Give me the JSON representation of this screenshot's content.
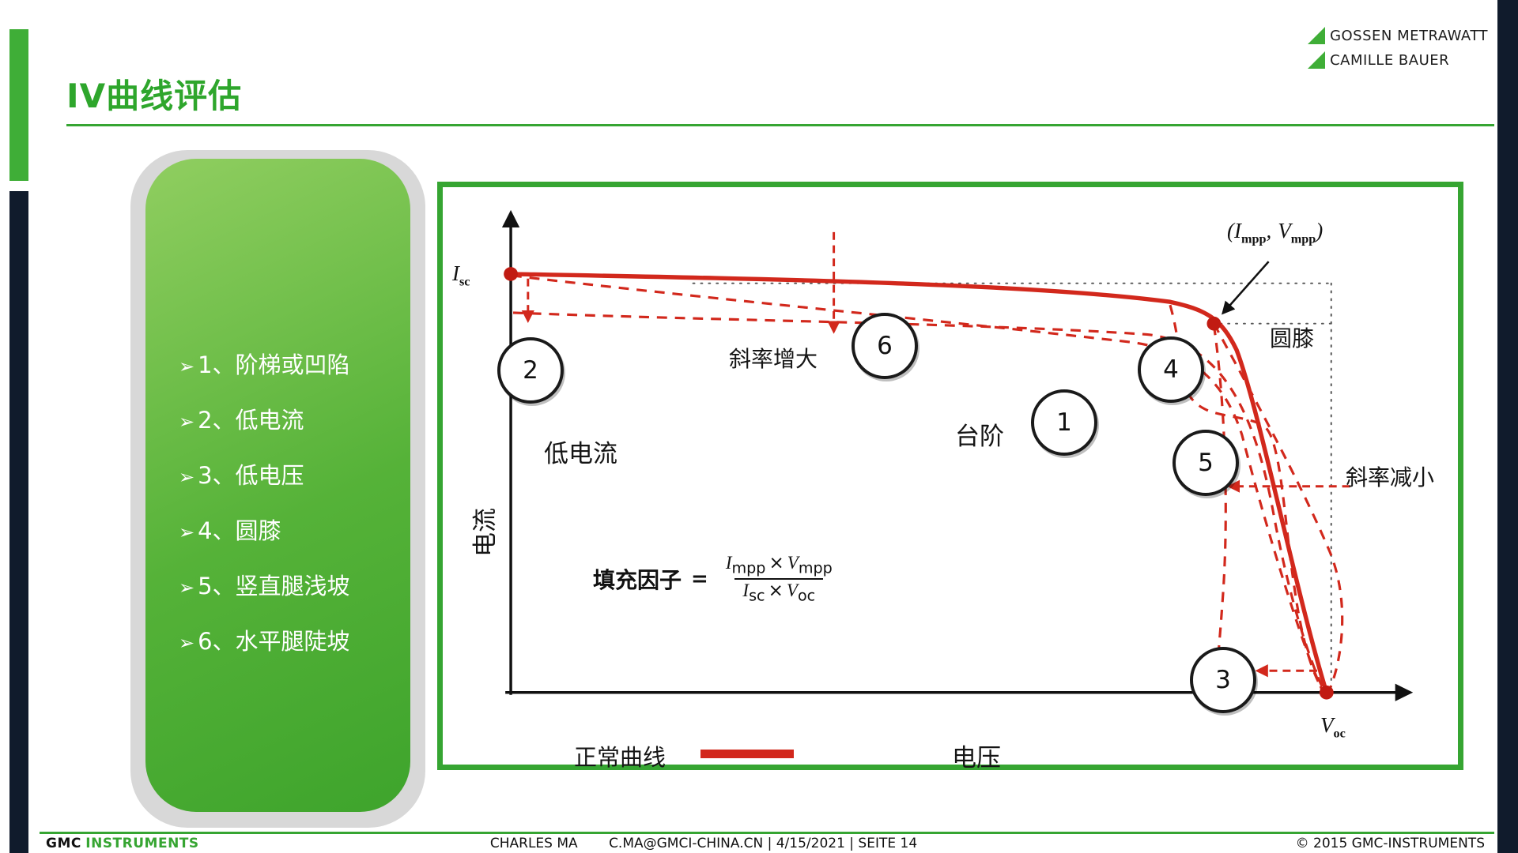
{
  "colors": {
    "green": "#36A532",
    "bar_green": "#3FAE37",
    "navy": "#101B2C",
    "red": "#D2281C"
  },
  "icons": {
    "brand-triangle-icon": "css-right-triangle",
    "arrow-bullet-icon": "➢"
  },
  "header": {
    "title": "IV曲线评估",
    "logo": {
      "line1": "GOSSEN METRAWATT",
      "line2": "CAMILLE BAUER"
    }
  },
  "bullet_panel": {
    "marker": "➢",
    "items": [
      "1、阶梯或凹陷",
      "2、低电流",
      "3、低电压",
      "4、圆膝",
      "5、竖直腿浅坡",
      "6、水平腿陡坡"
    ]
  },
  "diagram": {
    "axis": {
      "y_label": "电流",
      "x_label": "电压"
    },
    "points": {
      "isc_base": "I",
      "isc_sub": "sc",
      "voc_base": "V",
      "voc_sub": "oc",
      "mpp_open": "(",
      "mpp_i": "I",
      "mpp_i_sub": "mpp",
      "mpp_sep": ",",
      "mpp_v": "V",
      "mpp_v_sub": "mpp",
      "mpp_close": ")"
    },
    "annotations": {
      "round_knee": "圆膝",
      "slope_increase": "斜率增大",
      "slope_decrease": "斜率减小",
      "low_current": "低电流",
      "step": "台阶"
    },
    "circles": [
      "1",
      "2",
      "3",
      "4",
      "5",
      "6"
    ],
    "formula": {
      "lhs": "填充因子",
      "eq": "=",
      "num_i": "I",
      "num_i_sub": "mpp",
      "num_op": "×",
      "num_v": "V",
      "num_v_sub": "mpp",
      "den_i": "I",
      "den_i_sub": "sc",
      "den_op": "×",
      "den_v": "V",
      "den_v_sub": "oc"
    },
    "legend": {
      "normal_label": "正常曲线"
    }
  },
  "footer": {
    "brand_bold": "GMC",
    "brand_rest": "INSTRUMENTS",
    "author": "CHARLES MA",
    "meta": "C.MA@GMCI-CHINA.CN | 4/15/2021 | SEITE 14",
    "copyright": "© 2015 GMC-INSTRUMENTS"
  }
}
